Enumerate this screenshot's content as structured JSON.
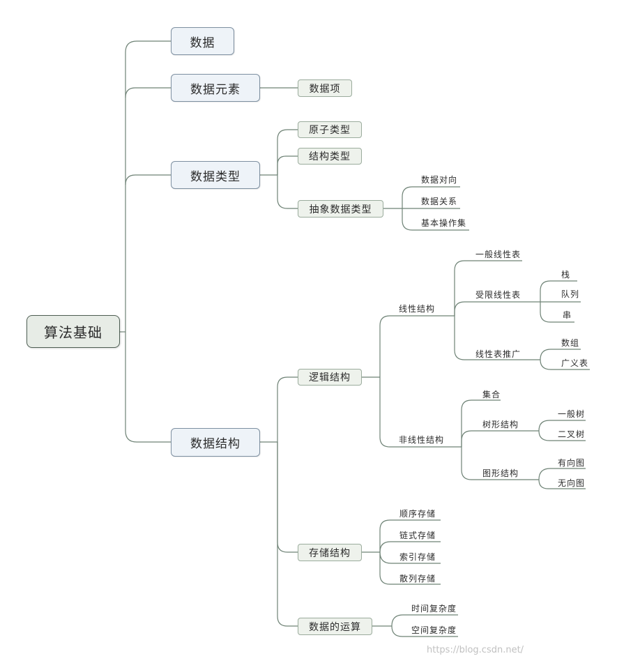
{
  "mindmap": {
    "root": "算法基础",
    "branches": [
      {
        "label": "数据"
      },
      {
        "label": "数据元素",
        "children": [
          {
            "label": "数据项"
          }
        ]
      },
      {
        "label": "数据类型",
        "children": [
          {
            "label": "原子类型"
          },
          {
            "label": "结构类型"
          },
          {
            "label": "抽象数据类型",
            "children": [
              {
                "label": "数据对向"
              },
              {
                "label": "数据关系"
              },
              {
                "label": "基本操作集"
              }
            ]
          }
        ]
      },
      {
        "label": "数据结构",
        "children": [
          {
            "label": "逻辑结构",
            "children": [
              {
                "label": "线性结构",
                "children": [
                  {
                    "label": "一般线性表"
                  },
                  {
                    "label": "受限线性表",
                    "children": [
                      {
                        "label": "栈"
                      },
                      {
                        "label": "队列"
                      },
                      {
                        "label": "串"
                      }
                    ]
                  },
                  {
                    "label": "线性表推广",
                    "children": [
                      {
                        "label": "数组"
                      },
                      {
                        "label": "广义表"
                      }
                    ]
                  }
                ]
              },
              {
                "label": "非线性结构",
                "children": [
                  {
                    "label": "集合"
                  },
                  {
                    "label": "树形结构",
                    "children": [
                      {
                        "label": "一般树"
                      },
                      {
                        "label": "二叉树"
                      }
                    ]
                  },
                  {
                    "label": "图形结构",
                    "children": [
                      {
                        "label": "有向图"
                      },
                      {
                        "label": "无向图"
                      }
                    ]
                  }
                ]
              }
            ]
          },
          {
            "label": "存储结构",
            "children": [
              {
                "label": "顺序存储"
              },
              {
                "label": "链式存储"
              },
              {
                "label": "索引存储"
              },
              {
                "label": "散列存储"
              }
            ]
          },
          {
            "label": "数据的运算",
            "children": [
              {
                "label": "时间复杂度"
              },
              {
                "label": "空间复杂度"
              }
            ]
          }
        ]
      }
    ]
  },
  "colors": {
    "root_fill": "#e7ece6",
    "root_border": "#4d5d52",
    "level1_fill": "#eef3f8",
    "level1_border": "#7d8fa0",
    "level2_fill": "#eef2ec",
    "level2_border": "#9aab9c",
    "line": "#6e8275",
    "text": "#2b2b2b"
  },
  "watermark": "https://blog.csdn.net/"
}
